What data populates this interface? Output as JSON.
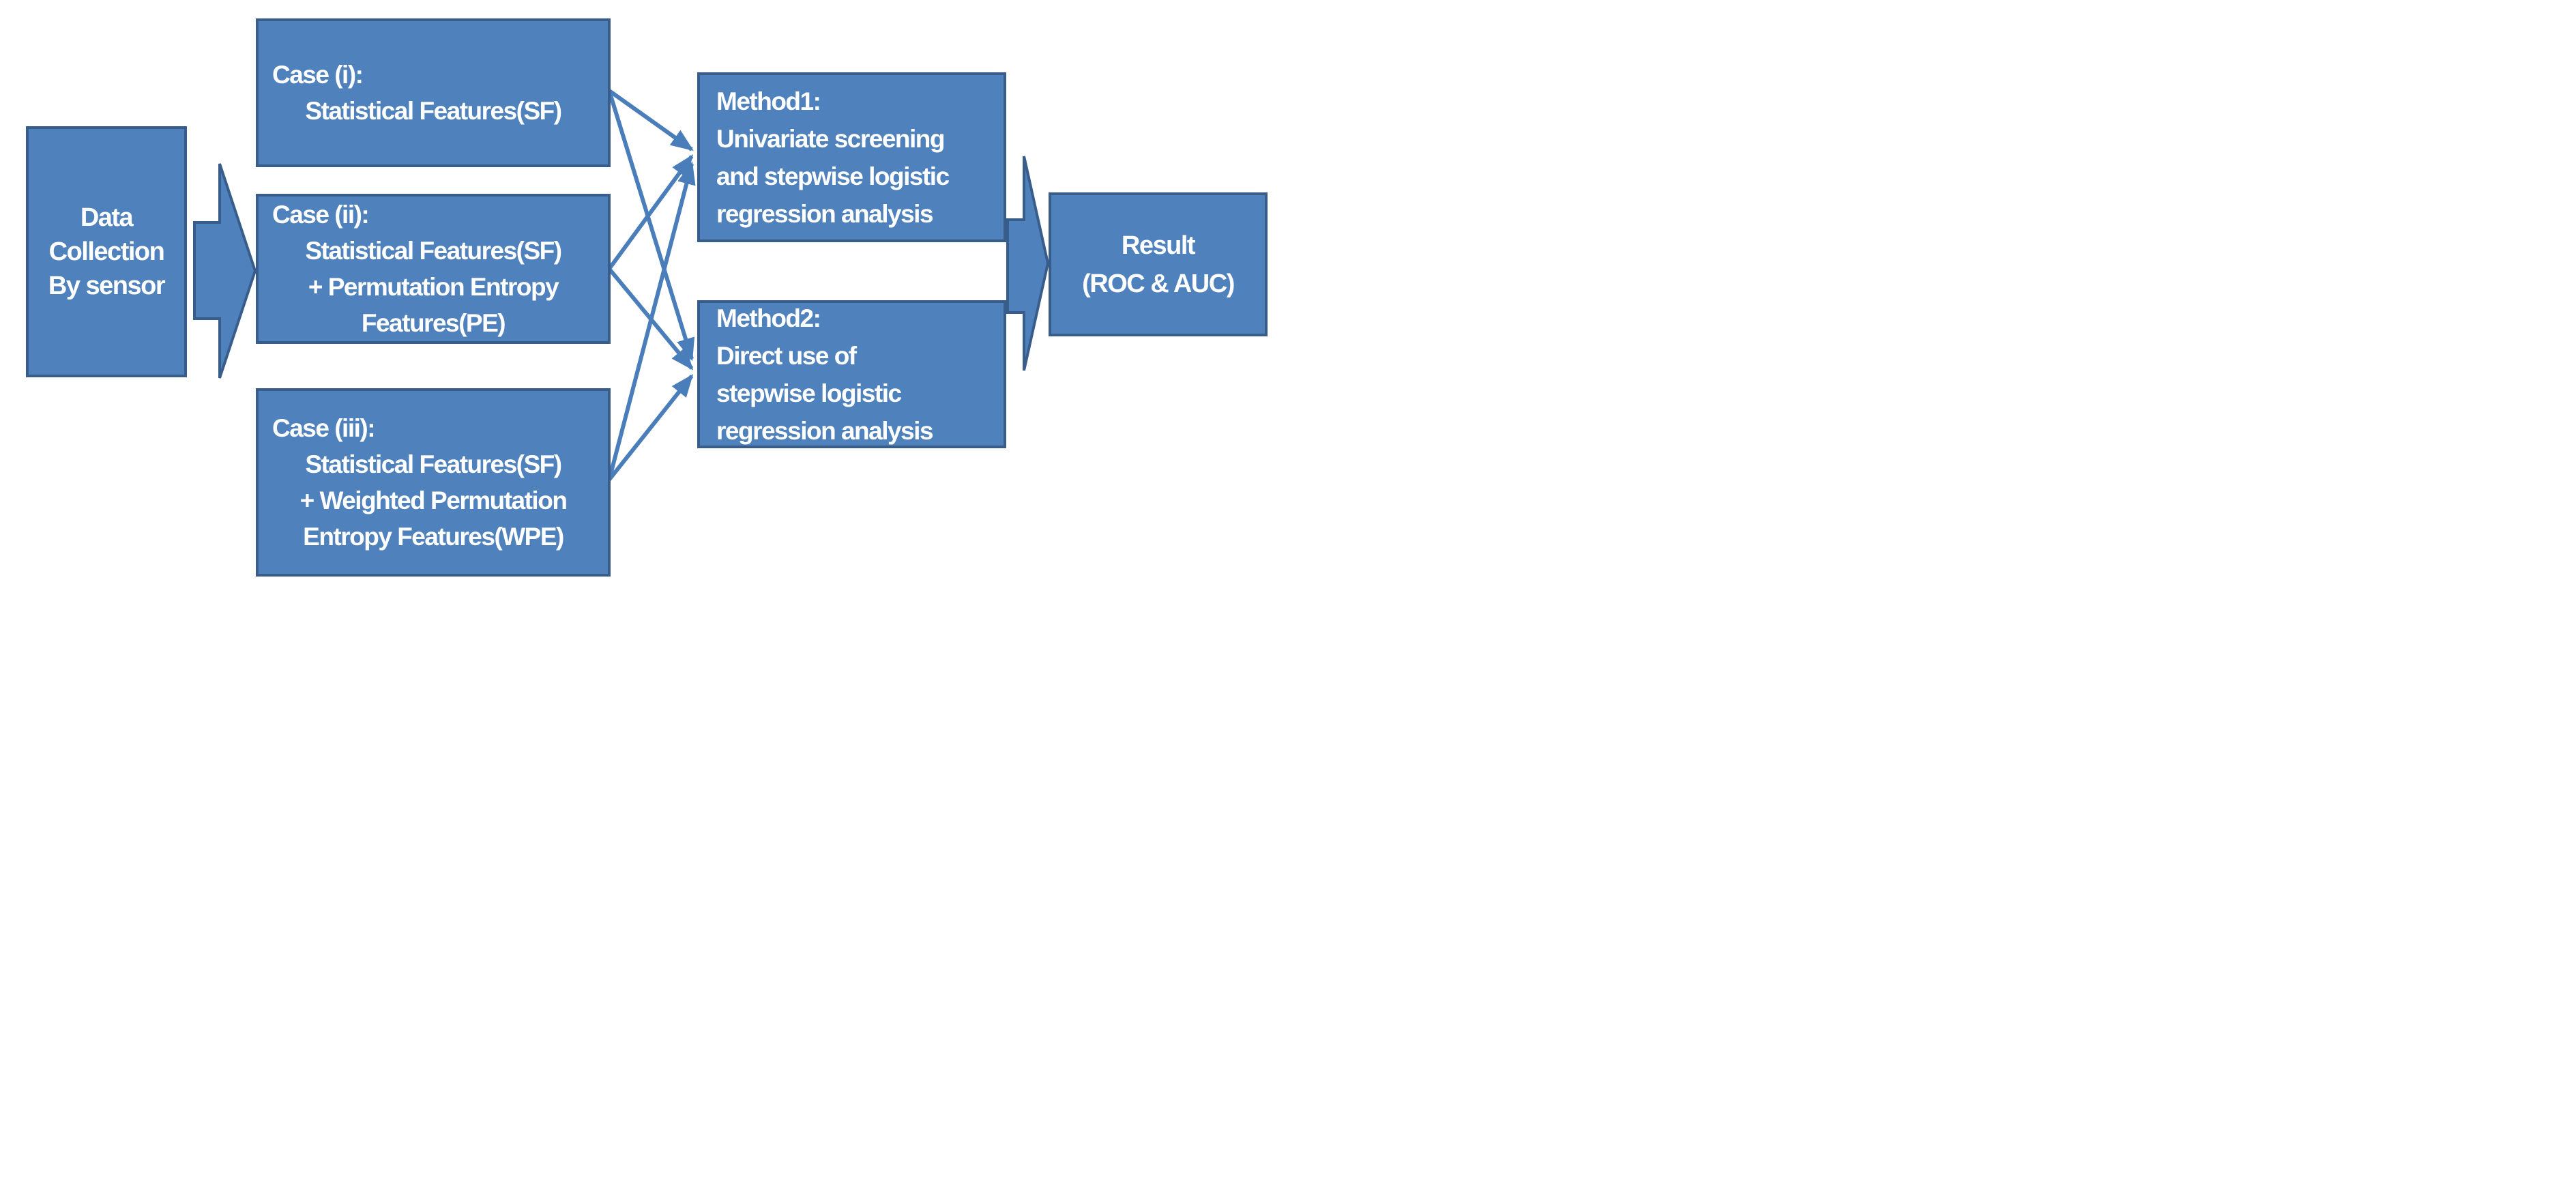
{
  "diagram": {
    "colors": {
      "box_fill": "#4F81BD",
      "box_border": "#385D8A",
      "connector": "#4A7EBB",
      "text_color": "#FFFFFF",
      "background": "#FFFFFF"
    },
    "nodes": {
      "data_collection": {
        "lines": [
          "Data",
          "Collection",
          "By sensor"
        ]
      },
      "case1": {
        "lines": [
          "Case (i):",
          "Statistical Features(SF)"
        ]
      },
      "case2": {
        "lines": [
          "Case (ii):",
          "Statistical Features(SF)",
          "+ Permutation Entropy",
          "Features(PE)"
        ]
      },
      "case3": {
        "lines": [
          "Case (iii):",
          "Statistical Features(SF)",
          "+ Weighted Permutation",
          "Entropy Features(WPE)"
        ]
      },
      "method1": {
        "lines": [
          "Method1:",
          "Univariate screening",
          "and stepwise logistic",
          "regression analysis"
        ]
      },
      "method2": {
        "lines": [
          "Method2:",
          "Direct use of",
          "stepwise logistic",
          "regression analysis"
        ]
      },
      "result": {
        "lines": [
          "Result",
          "(ROC & AUC)"
        ]
      }
    },
    "connections": [
      {
        "from": "data_collection",
        "to": "cases",
        "type": "block-arrow"
      },
      {
        "from": "case1",
        "to": "method1",
        "type": "arrow-line"
      },
      {
        "from": "case1",
        "to": "method2",
        "type": "arrow-line"
      },
      {
        "from": "case2",
        "to": "method1",
        "type": "arrow-line"
      },
      {
        "from": "case2",
        "to": "method2",
        "type": "arrow-line"
      },
      {
        "from": "case3",
        "to": "method1",
        "type": "arrow-line"
      },
      {
        "from": "case3",
        "to": "method2",
        "type": "arrow-line"
      },
      {
        "from": "methods",
        "to": "result",
        "type": "block-arrow"
      }
    ]
  }
}
